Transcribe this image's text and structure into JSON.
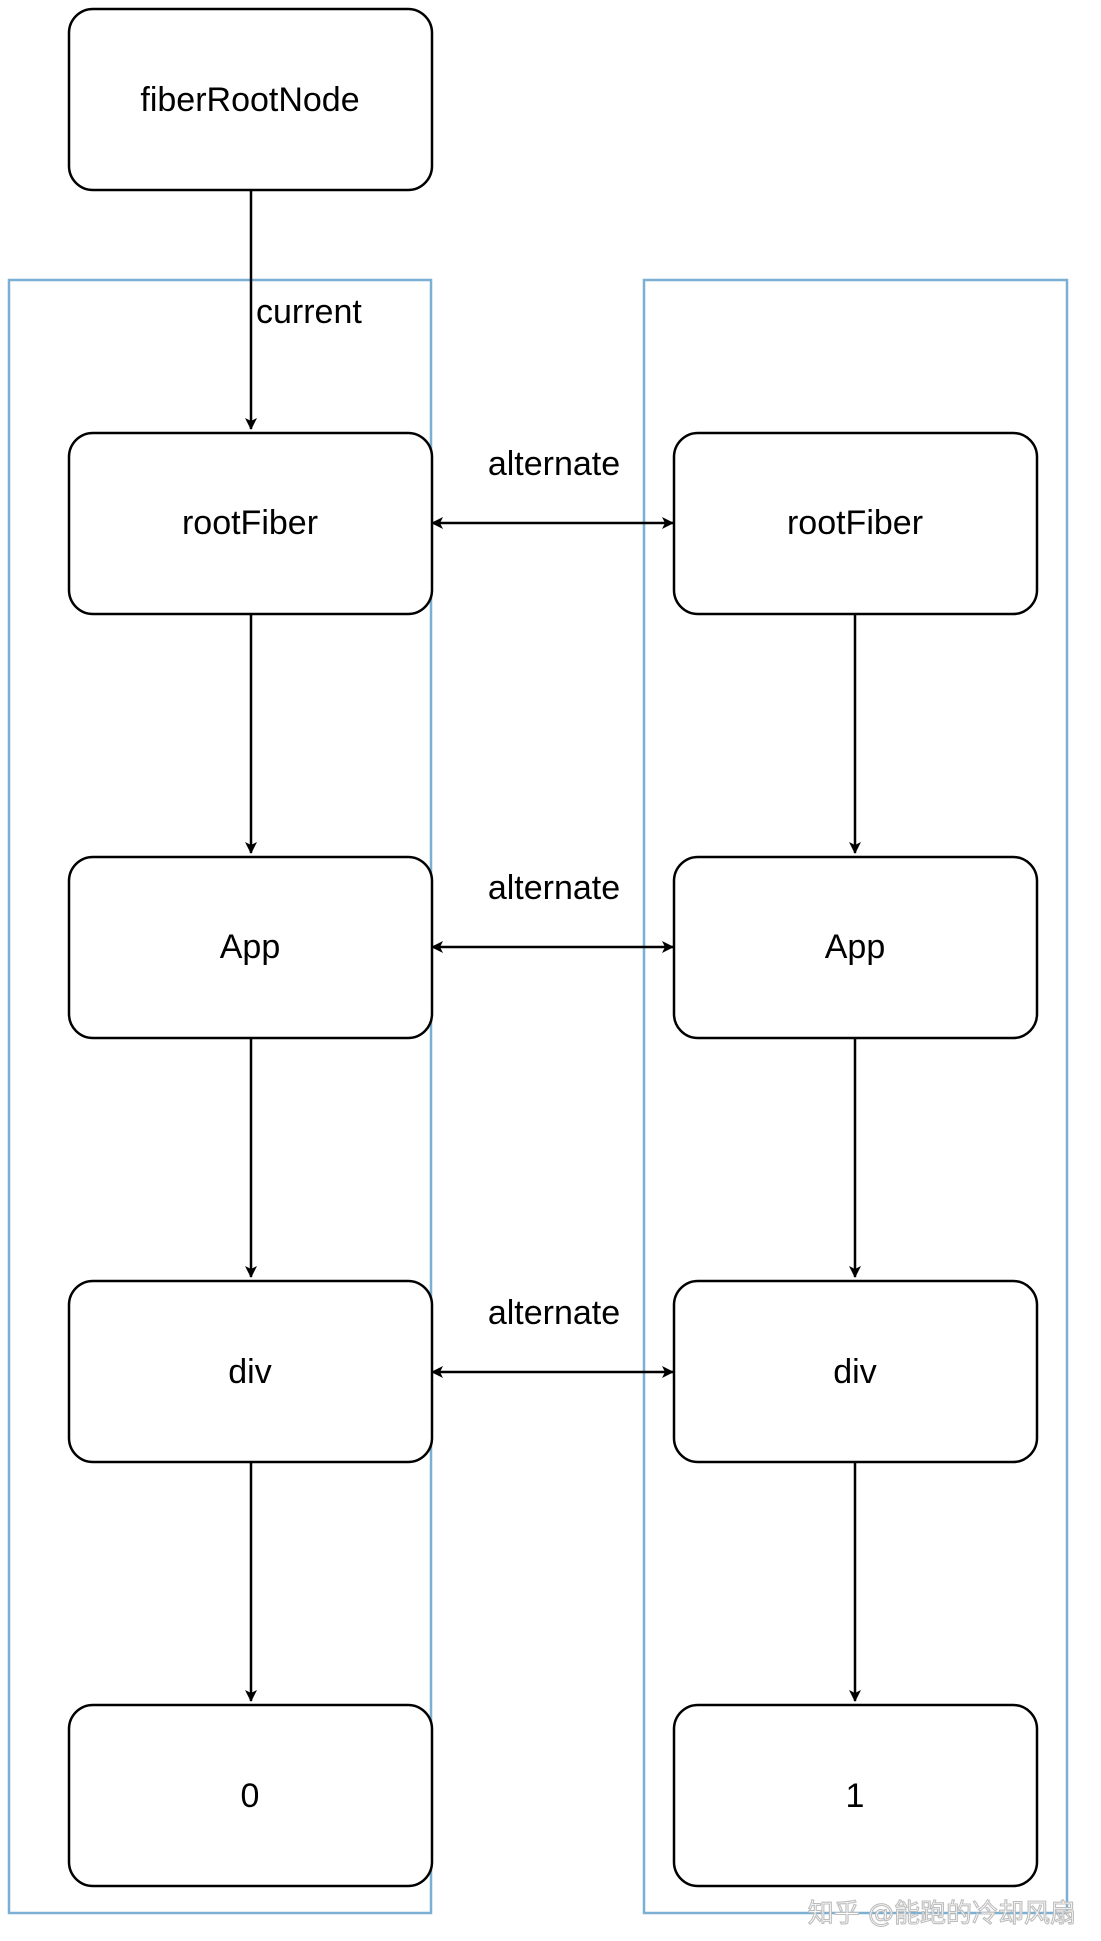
{
  "colors": {
    "frame": "#7bafd4",
    "stroke": "#000000",
    "text": "#000000",
    "background": "#ffffff"
  },
  "nodes": {
    "root": "fiberRootNode",
    "current_tree": {
      "root_fiber": "rootFiber",
      "app": "App",
      "div": "div",
      "text": "0"
    },
    "wip_tree": {
      "root_fiber": "rootFiber",
      "app": "App",
      "div": "div",
      "text": "1"
    }
  },
  "edges": {
    "current": "current",
    "alternate": [
      "alternate",
      "alternate",
      "alternate"
    ]
  },
  "watermark": "知乎 @能跑的冷却风扇"
}
